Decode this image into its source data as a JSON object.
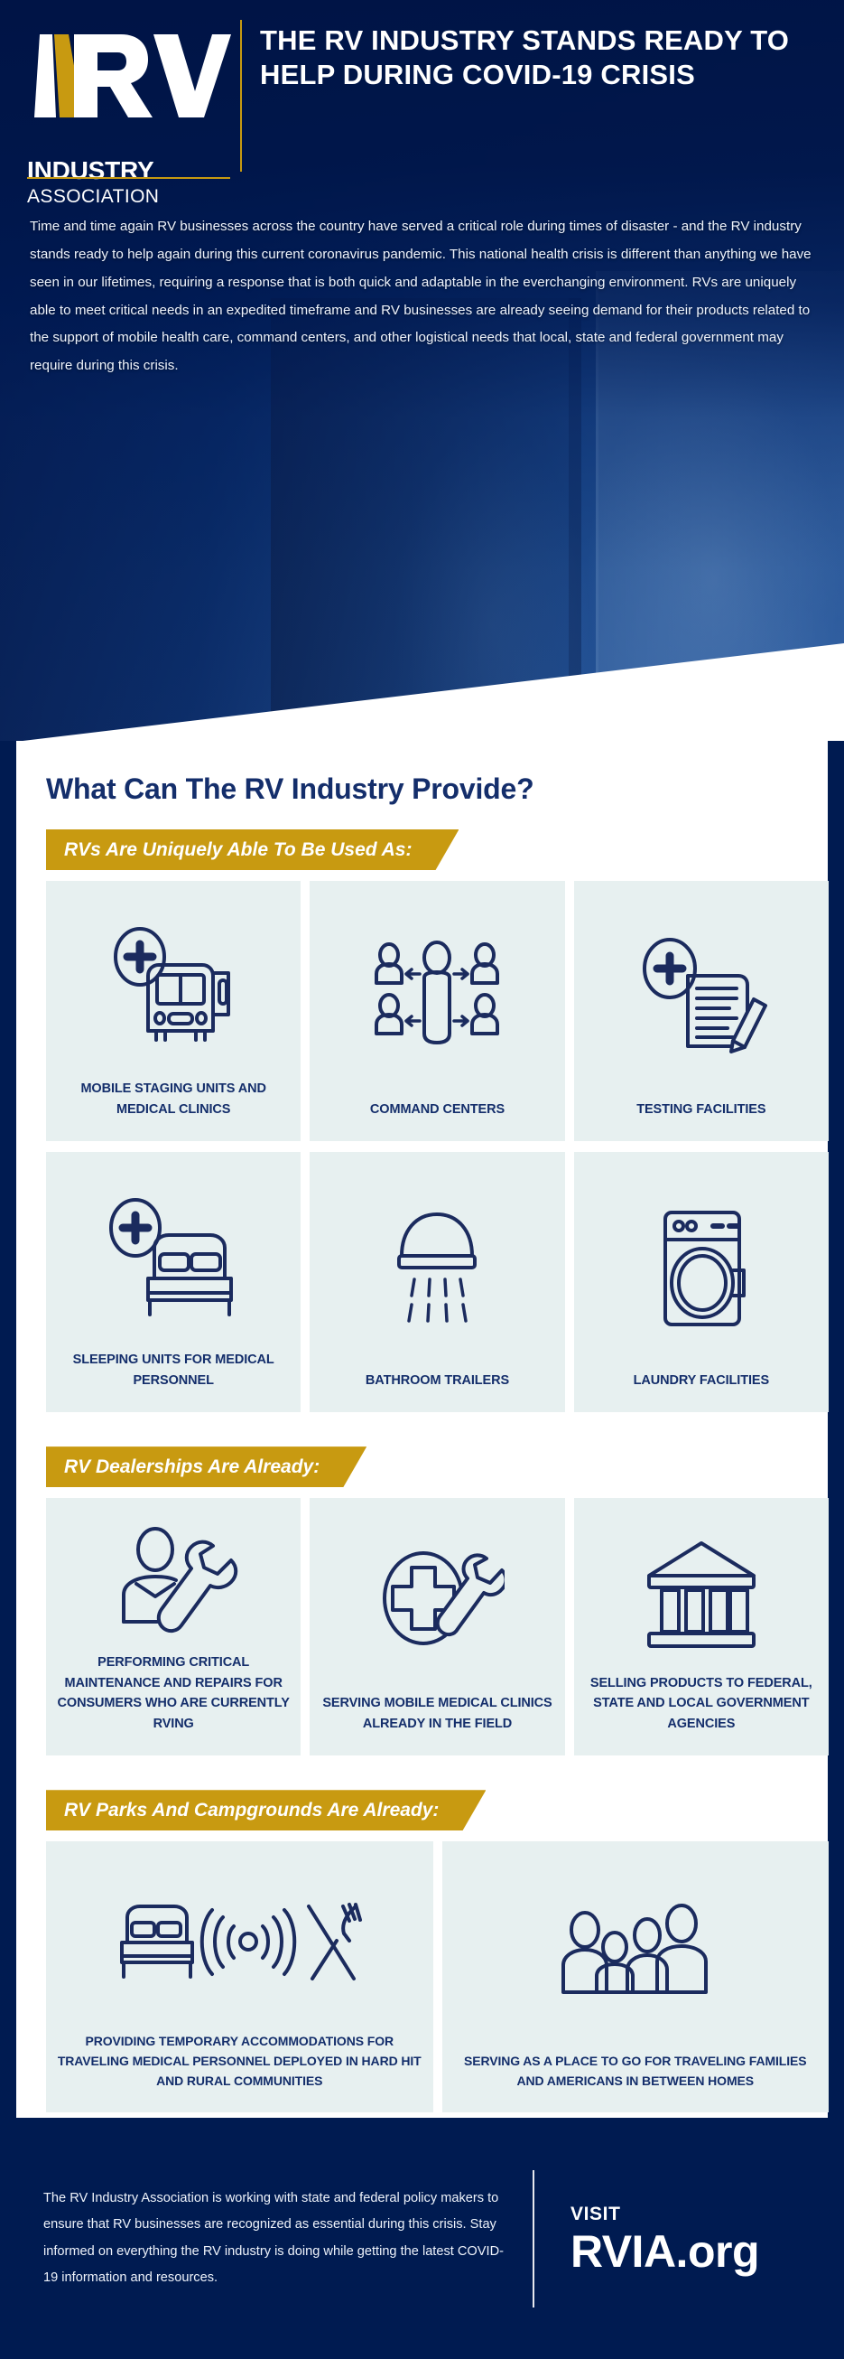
{
  "brand": {
    "navy": "#001B51",
    "gold": "#C89A11",
    "card_bg": "#E7F0F0",
    "title_blue": "#142E6B"
  },
  "logo": {
    "line1": "RV",
    "line2": "INDUSTRY",
    "line3": "ASSOCIATION"
  },
  "hero": {
    "title": "THE RV INDUSTRY STANDS READY TO HELP DURING COVID-19 CRISIS",
    "body": "Time and time again RV businesses across the country have served a critical role during times of disaster - and the RV industry stands ready to help again during this current coronavirus pandemic. This national health crisis is different than anything we have seen in our lifetimes, requiring a response that is both quick and adaptable in the everchanging environment. RVs are uniquely able to meet critical needs in an expedited timeframe and RV businesses are already seeing demand for their products related to the support of mobile health care, command centers, and other logistical needs that local, state and federal government may require during this crisis."
  },
  "main": {
    "section_title": "What Can The RV Industry Provide?",
    "groups": [
      {
        "ribbon": "RVs Are Uniquely Able To Be Used As:",
        "rows": [
          [
            {
              "icon": "rv-bus-medical-icon",
              "label": "MOBILE STAGING UNITS AND MEDICAL CLINICS"
            },
            {
              "icon": "command-center-people-icon",
              "label": "COMMAND CENTERS"
            },
            {
              "icon": "clipboard-medical-icon",
              "label": "TESTING FACILITIES"
            }
          ],
          [
            {
              "icon": "bed-medical-icon",
              "label": "SLEEPING UNITS FOR MEDICAL PERSONNEL"
            },
            {
              "icon": "shower-icon",
              "label": "BATHROOM TRAILERS"
            },
            {
              "icon": "washing-machine-icon",
              "label": "LAUNDRY FACILITIES"
            }
          ]
        ]
      },
      {
        "ribbon": "RV Dealerships Are Already:",
        "rows": [
          [
            {
              "icon": "technician-wrench-icon",
              "label": "PERFORMING CRITICAL MAINTENANCE AND REPAIRS FOR CONSUMERS WHO ARE CURRENTLY RVING"
            },
            {
              "icon": "medical-cross-wrench-icon",
              "label": "SERVING MOBILE MEDICAL CLINICS ALREADY IN THE FIELD"
            },
            {
              "icon": "government-building-icon",
              "label": "SELLING PRODUCTS TO FEDERAL, STATE AND LOCAL GOVERNMENT AGENCIES"
            }
          ]
        ]
      },
      {
        "ribbon": "RV Parks And Campgrounds Are Already:",
        "rows": [
          [
            {
              "icon": "bed-wifi-dining-icon",
              "label": "PROVIDING TEMPORARY ACCOMMODATIONS FOR TRAVELING MEDICAL PERSONNEL DEPLOYED IN HARD HIT AND RURAL COMMUNITIES"
            },
            {
              "icon": "family-group-icon",
              "label": "SERVING AS A PLACE TO GO FOR TRAVELING FAMILIES AND AMERICANS IN BETWEEN HOMES"
            }
          ]
        ]
      }
    ]
  },
  "footer": {
    "text": "The RV Industry Association is working with state and federal policy makers to ensure that RV businesses are recognized as essential during this crisis. Stay informed on everything the RV industry is doing while getting the latest COVID-19 information and resources.",
    "visit_label": "VISIT",
    "url": "RVIA.org"
  }
}
